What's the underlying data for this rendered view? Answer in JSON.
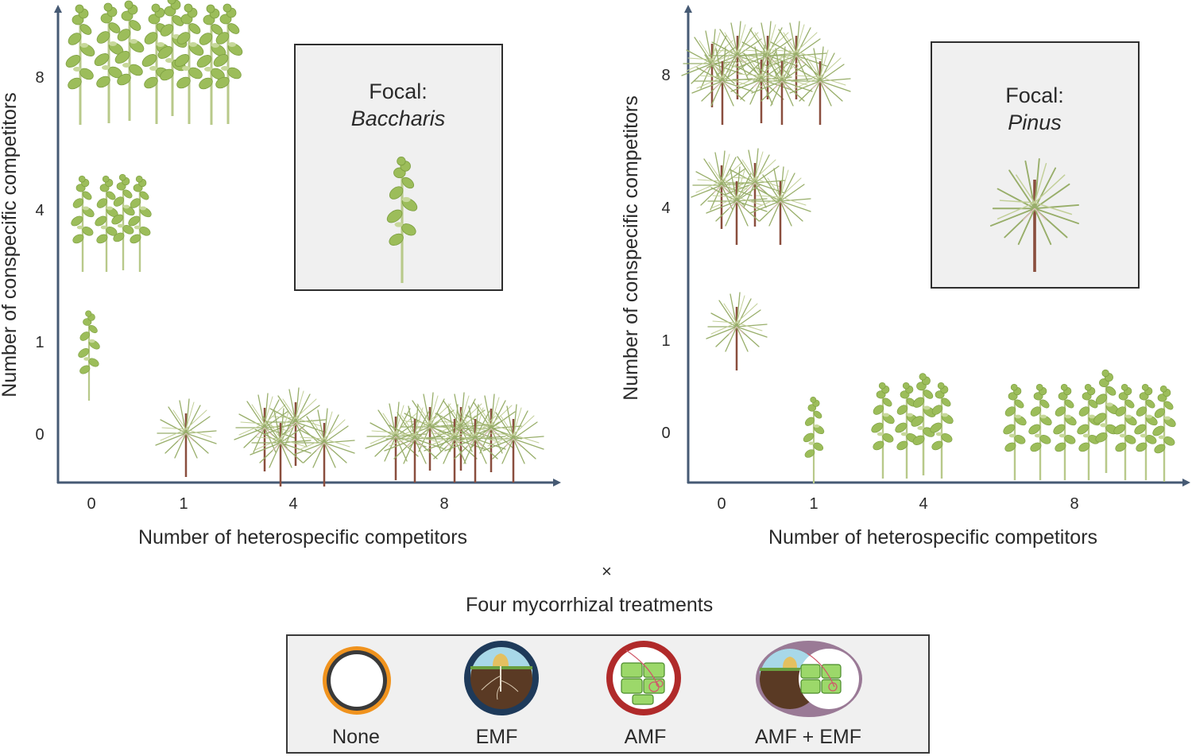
{
  "panels": [
    {
      "y_axis_label": "Number of conspecific competitors",
      "x_axis_label": "Number of heterospecific competitors",
      "y_ticks": [
        "8",
        "4",
        "1",
        "0"
      ],
      "x_ticks": [
        "0",
        "1",
        "4",
        "8"
      ],
      "focal_prefix": "Focal:",
      "focal_genus": "Baccharis"
    },
    {
      "y_axis_label": "Number of conspecific competitors",
      "x_axis_label": "Number of heterospecific competitors",
      "y_ticks": [
        "8",
        "4",
        "1",
        "0"
      ],
      "x_ticks": [
        "0",
        "1",
        "4",
        "8"
      ],
      "focal_prefix": "Focal:",
      "focal_genus": "Pinus"
    }
  ],
  "times_symbol": "×",
  "treatments_title": "Four mycorrhizal treatments",
  "treatments": [
    {
      "label": "None",
      "icon": "empty-ring-icon",
      "ring_color": "#f0931e"
    },
    {
      "label": "EMF",
      "icon": "emf-soil-icon",
      "ring_color": "#1e3a5a"
    },
    {
      "label": "AMF",
      "icon": "amf-cells-icon",
      "ring_color": "#b02a2a"
    },
    {
      "label": "AMF + EMF",
      "icon": "amf-emf-combined-icon",
      "ring_color": "#9a7a96"
    }
  ],
  "colors": {
    "axis": "#465a74",
    "baccharis_leaf": "#9cbd5a",
    "pine_needle": "#a8b878",
    "pine_trunk": "#8a4e3e",
    "box_fill": "#f0f0f0"
  }
}
